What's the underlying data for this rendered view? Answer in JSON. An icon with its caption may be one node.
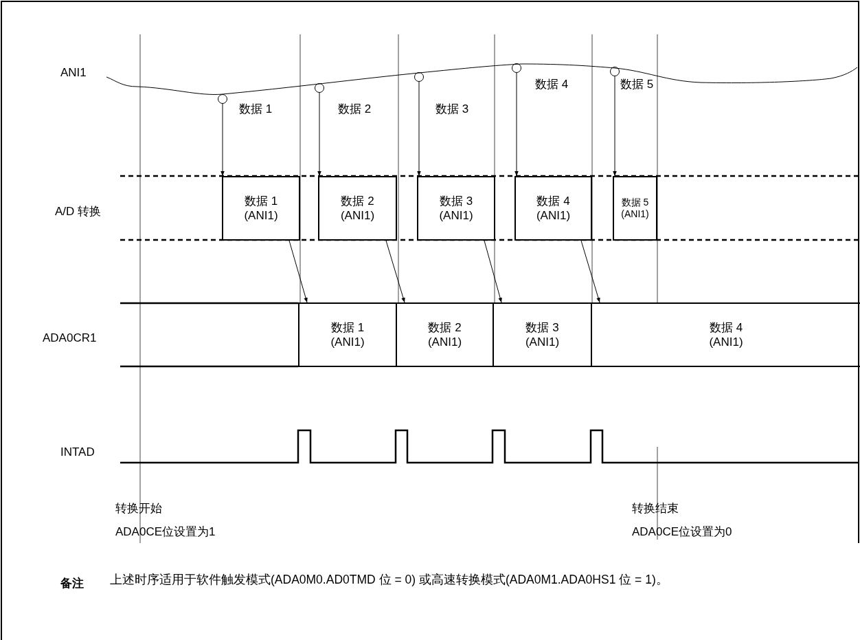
{
  "diagram": {
    "nodes": [
      {
        "text": [],
        "shape": "circle"
      },
      {
        "text": [],
        "shape": "circle"
      },
      {
        "text": [],
        "shape": "circle"
      },
      {
        "text": [],
        "shape": "circle"
      },
      {
        "text": [],
        "shape": "circle"
      },
      {
        "text": [
          "数据 1",
          "(ANI1)"
        ]
      },
      {
        "text": [
          "数据 2",
          "(ANI1)"
        ]
      },
      {
        "text": [
          "数据 3",
          "(ANI1)"
        ]
      },
      {
        "text": [
          "数据 4",
          "(ANI1)"
        ]
      },
      {
        "text": [
          "数据 5",
          "(ANI1)"
        ]
      },
      {
        "text": [
          "数据 1",
          "(ANI1)"
        ]
      },
      {
        "text": [
          "数据 2",
          "(ANI1)"
        ]
      },
      {
        "text": [
          "数据 3",
          "(ANI1)"
        ]
      },
      {
        "text": [
          "数据 4",
          "(ANI1)"
        ]
      }
    ],
    "edges": [
      {
        "from": 0,
        "to": 5,
        "arrow": "to"
      },
      {
        "from": 1,
        "to": 6,
        "arrow": "to"
      },
      {
        "from": 2,
        "to": 7,
        "arrow": "to"
      },
      {
        "from": 3,
        "to": 8,
        "arrow": "to"
      },
      {
        "from": 4,
        "to": 9,
        "arrow": "to"
      },
      {
        "from": 5,
        "to": 10,
        "arrow": "to"
      },
      {
        "from": 6,
        "to": 11,
        "arrow": "to"
      },
      {
        "from": 7,
        "to": 12,
        "arrow": "to"
      },
      {
        "from": 8,
        "to": 13,
        "arrow": "to"
      }
    ],
    "labels": [
      "ANI1",
      "数据 4",
      "数据 5",
      "数据 1",
      "数据 2",
      "数据 3",
      "A/D 转换",
      "ADA0CR1",
      "INTAD",
      "转换开始",
      "ADA0CE位设置为1",
      "转换结束",
      "ADA0CE位设置为0",
      "备注",
      "上述时序适用于软件触发模式(ADA0M0.AD0TMD 位 = 0) 或高速转换模式(ADA0M1.ADA0HS1 位 = 1)。"
    ]
  }
}
